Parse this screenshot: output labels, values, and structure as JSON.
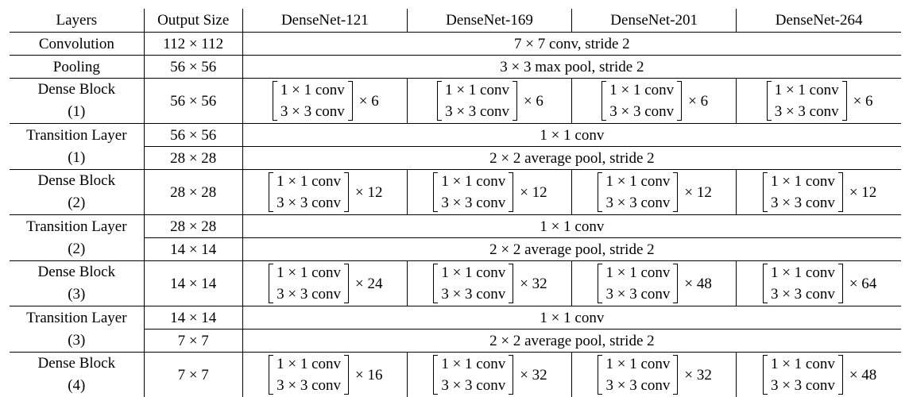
{
  "header": {
    "layers": "Layers",
    "output_size": "Output Size",
    "nets": [
      "DenseNet-121",
      "DenseNet-169",
      "DenseNet-201",
      "DenseNet-264"
    ]
  },
  "block_lines": [
    "1 × 1 conv",
    "3 × 3 conv"
  ],
  "rows": {
    "convolution": {
      "layer": "Convolution",
      "size": "112 × 112",
      "spec": "7 × 7 conv, stride 2"
    },
    "pooling": {
      "layer": "Pooling",
      "size": "56 × 56",
      "spec": "3 × 3 max pool, stride 2"
    },
    "dense1": {
      "layer_l1": "Dense Block",
      "layer_l2": "(1)",
      "size": "56 × 56",
      "mult": [
        "× 6",
        "× 6",
        "× 6",
        "× 6"
      ]
    },
    "trans1": {
      "layer_l1": "Transition Layer",
      "layer_l2": "(1)",
      "size_a": "56 × 56",
      "spec_a": "1 × 1 conv",
      "size_b": "28 × 28",
      "spec_b": "2 × 2 average pool, stride 2"
    },
    "dense2": {
      "layer_l1": "Dense Block",
      "layer_l2": "(2)",
      "size": "28 × 28",
      "mult": [
        "× 12",
        "× 12",
        "× 12",
        "× 12"
      ]
    },
    "trans2": {
      "layer_l1": "Transition Layer",
      "layer_l2": "(2)",
      "size_a": "28 × 28",
      "spec_a": "1 × 1 conv",
      "size_b": "14 × 14",
      "spec_b": "2 × 2 average pool, stride 2"
    },
    "dense3": {
      "layer_l1": "Dense Block",
      "layer_l2": "(3)",
      "size": "14 × 14",
      "mult": [
        "× 24",
        "× 32",
        "× 48",
        "× 64"
      ]
    },
    "trans3": {
      "layer_l1": "Transition Layer",
      "layer_l2": "(3)",
      "size_a": "14 × 14",
      "spec_a": "1 × 1 conv",
      "size_b": "7 × 7",
      "spec_b": "2 × 2 average pool, stride 2"
    },
    "dense4": {
      "layer_l1": "Dense Block",
      "layer_l2": "(4)",
      "size": "7 × 7",
      "mult": [
        "× 16",
        "× 32",
        "× 32",
        "× 48"
      ]
    }
  }
}
